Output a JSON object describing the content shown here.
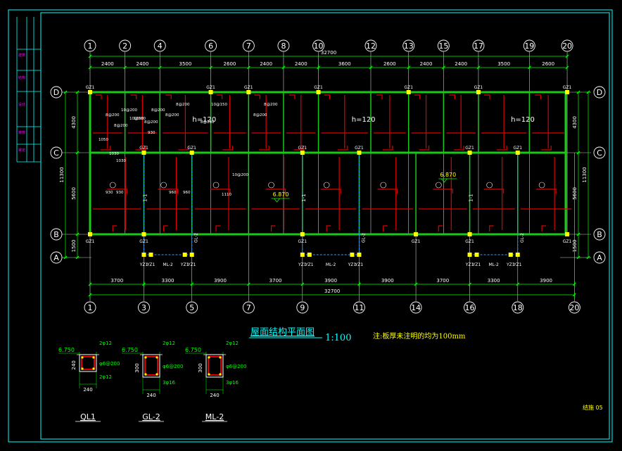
{
  "drawing": {
    "title": "屋面结构平面图",
    "scale": "1:100",
    "note": "注:板厚未注明的均为100mm",
    "sheet_no": "结施 05",
    "colors": {
      "frame": "#00ffff",
      "grid": "#c8c8c8",
      "beam": "#19c819",
      "rebar": "#e00000",
      "dim": "#00ff00",
      "text": "#ffffff",
      "yellow": "#ffff00",
      "magenta": "#ff00ff",
      "blue": "#28a0ff"
    },
    "top_axes": [
      "1",
      "2",
      "4",
      "6",
      "7",
      "8",
      "10",
      "12",
      "13",
      "15",
      "17",
      "19",
      "20"
    ],
    "top_dims": [
      "2400",
      "2400",
      "3500",
      "2600",
      "2400",
      "2400",
      "3600",
      "2600",
      "2400",
      "2400",
      "3500",
      "2600"
    ],
    "top_total": "32700",
    "bottom_axes": [
      "1",
      "3",
      "5",
      "7",
      "9",
      "11",
      "14",
      "16",
      "18",
      "20"
    ],
    "bottom_dims": [
      "3700",
      "3300",
      "3900",
      "3700",
      "3900",
      "3900",
      "3700",
      "3300",
      "3900"
    ],
    "bottom_total": "32700",
    "row_axes": [
      "D",
      "C",
      "B",
      "A"
    ],
    "left_dims": [
      "4300",
      "5600",
      "1500"
    ],
    "left_total": "11300",
    "right_dims": [
      "4300",
      "5600",
      "1500"
    ],
    "right_total": "11300",
    "slab_labels": [
      "h=120",
      "h=120",
      "h=120"
    ],
    "elevations": [
      "6.870",
      "6.870"
    ],
    "column_tags": {
      "gz": "GZ1",
      "yz": "YZ1",
      "ml": "ML-2",
      "gl": "GL-2",
      "section_mark": "1-1"
    },
    "rebar_labels": [
      "8@200",
      "8@200",
      "10@200",
      "10@200",
      "8@200",
      "8@200",
      "8@200",
      "8@200",
      "8@180",
      "10@150",
      "10@200",
      "8@200",
      "8@200",
      "1050",
      "1030",
      "1030",
      "1050",
      "930",
      "930",
      "930",
      "960",
      "960",
      "1110"
    ],
    "sections": [
      {
        "name": "QL1",
        "top_rebar": "2φ12",
        "bot_rebar": "2φ12",
        "stirrup": "φ6@200",
        "elev": "6.750",
        "width": "240",
        "height": "240"
      },
      {
        "name": "GL-2",
        "top_rebar": "2φ12",
        "bot_rebar": "3φ16",
        "stirrup": "φ6@200",
        "elev": "6.750",
        "width": "240",
        "height": "300"
      },
      {
        "name": "ML-2",
        "top_rebar": "2φ12",
        "bot_rebar": "3φ16",
        "stirrup": "φ6@200",
        "elev": "6.750",
        "width": "240",
        "height": "300"
      }
    ],
    "title_block_labels": [
      "建筑",
      "结构",
      "设计",
      "审核",
      "审定",
      "校对"
    ]
  }
}
